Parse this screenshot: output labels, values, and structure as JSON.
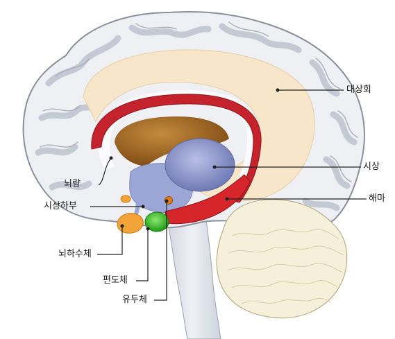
{
  "labels": {
    "cingulate": "대상회",
    "corpus_callosum": "뇌량",
    "thalamus": "시상",
    "hypothalamus": "시상하부",
    "hippocampus": "해마",
    "pituitary": "뇌하수체",
    "amygdala": "편도체",
    "mammillary": "유두체"
  },
  "colors": {
    "brain_outline": "#8a8f99",
    "brain_fill": "#eef0f4",
    "gyri": "#d6d9e2",
    "cingulate": "#f7e6c9",
    "corpus_callosum": "#c4232d",
    "ventricle": "#a8661e",
    "thalamus": "#8c95c8",
    "hypothalamus": "#9ca6d6",
    "hippocampus": "#d6262c",
    "pituitary": "#f2a33a",
    "amygdala": "#3fc02a",
    "mammillary": "#e07a1c",
    "cerebellum": "#f6f0da",
    "brainstem": "#dfe2ea"
  }
}
